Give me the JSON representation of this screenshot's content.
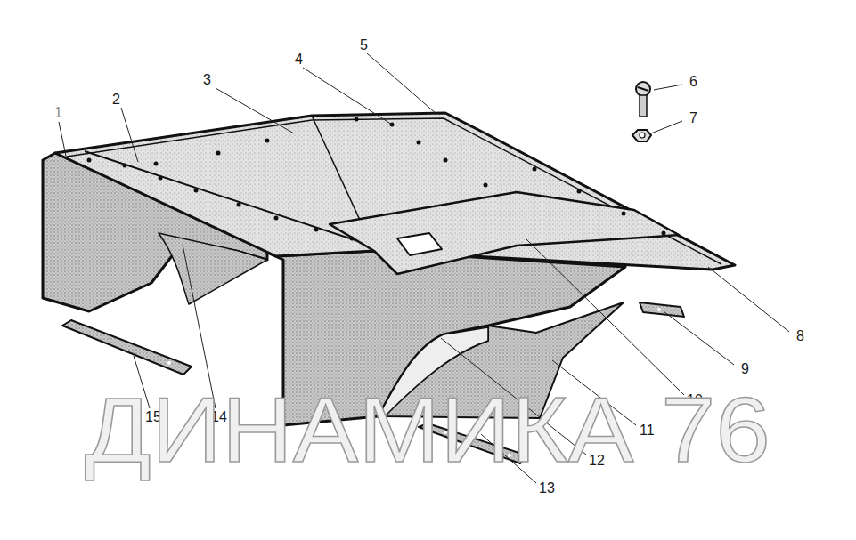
{
  "diagram": {
    "labels": [
      "1",
      "2",
      "3",
      "4",
      "5",
      "6",
      "7",
      "8",
      "9",
      "10",
      "11",
      "12",
      "13",
      "14",
      "15",
      "ДИНАМИКА 76"
    ]
  }
}
